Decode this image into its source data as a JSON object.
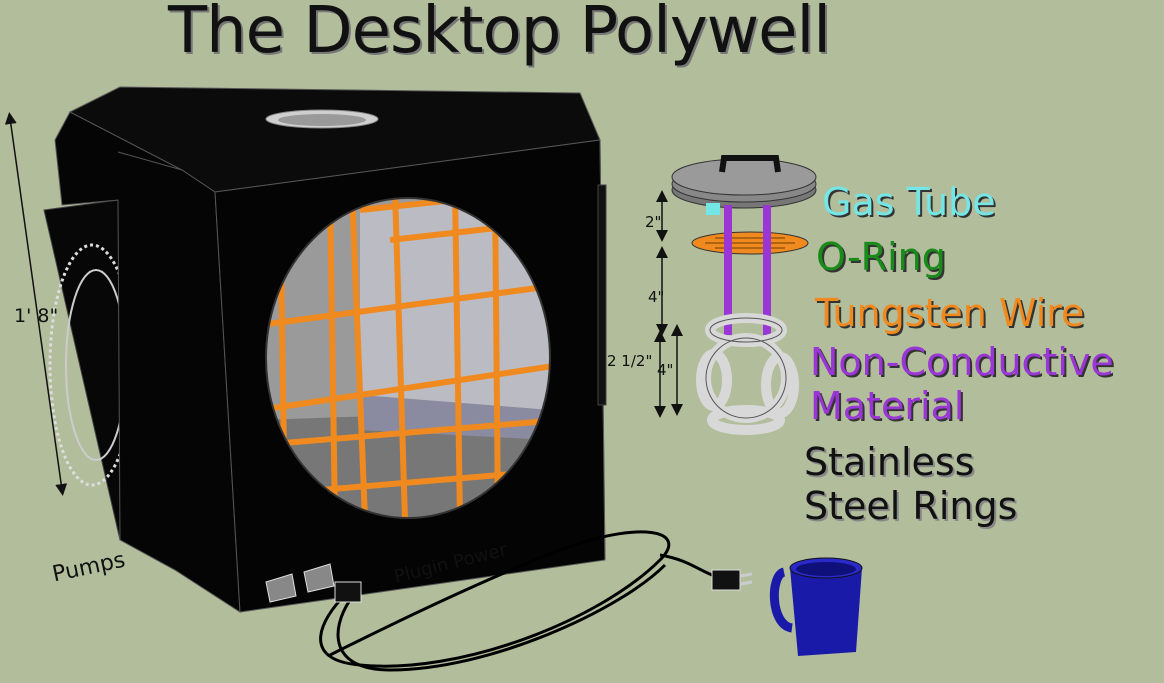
{
  "title": "The Desktop Polywell",
  "colors": {
    "background": "#b2bd9c",
    "box": "#050505",
    "grid": "#f08a1e",
    "gas_tube": "#74e6e6",
    "o_ring": "#1a8a1a",
    "tungsten": "#f08a1e",
    "non_conductive": "#9a36d6",
    "stainless": "#111111",
    "mug": "#1a1aa8"
  },
  "parts": {
    "gas_tube": "Gas Tube",
    "o_ring": "O-Ring",
    "tungsten_wire": "Tungsten Wire",
    "non_conductive_1": "Non-Conductive",
    "non_conductive_2": "Material",
    "stainless_1": "Stainless",
    "stainless_2": "Steel Rings"
  },
  "labels": {
    "pumps": "Pumps",
    "plugin_power": "Plugin Power"
  },
  "dimensions": {
    "height": "1' 8\"",
    "gap_top": "2\"",
    "gap_mid": "4\"",
    "ring_span": "2 1/2\"",
    "ring_height": "4\""
  }
}
